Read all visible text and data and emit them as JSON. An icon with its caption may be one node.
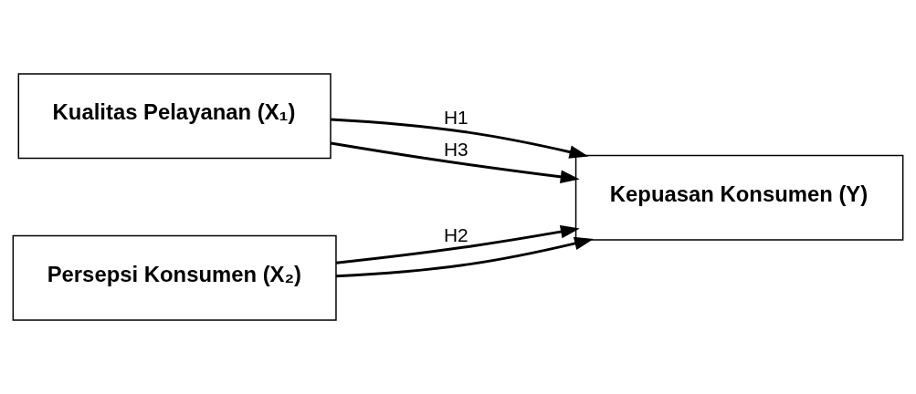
{
  "diagram": {
    "nodes": [
      {
        "text": [
          "Kualitas Pelayanan (X₁)"
        ]
      },
      {
        "text": [
          "Persepsi Konsumen (X₂)"
        ]
      },
      {
        "text": [
          "Kepuasan Konsumen (Y)"
        ]
      }
    ],
    "edges": [
      {
        "from": 0,
        "to": 2,
        "arrow": "to",
        "label": "H1"
      },
      {
        "from": 1,
        "to": 2,
        "arrow": "to",
        "label": "H2"
      },
      {
        "from": 0,
        "to": 2,
        "arrow": "to",
        "label": "H3"
      },
      {
        "from": 1,
        "to": 2,
        "arrow": "to"
      }
    ]
  }
}
